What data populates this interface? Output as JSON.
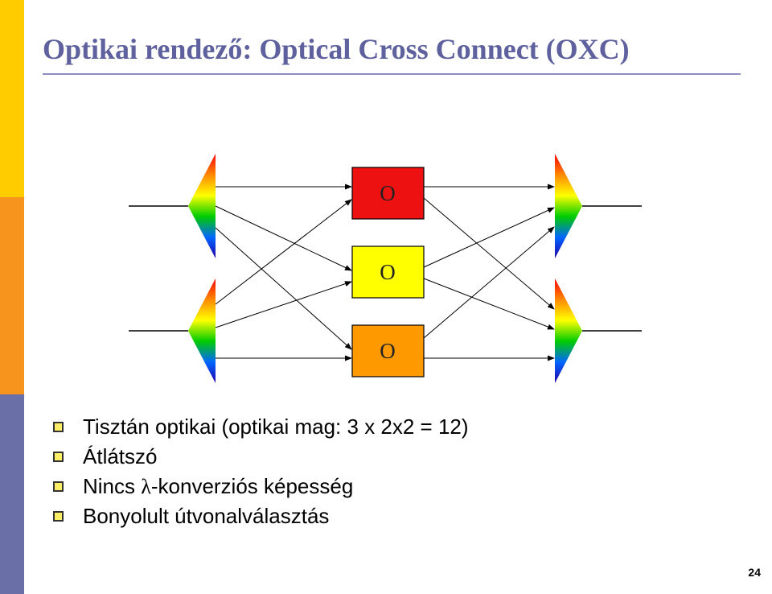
{
  "title": "Optikai rendező: Optical Cross Connect (OXC)",
  "diagram": {
    "switches": [
      {
        "label": "O",
        "color": "#EE1111"
      },
      {
        "label": "O",
        "color": "#FFFF00"
      },
      {
        "label": "O",
        "color": "#FF9900"
      }
    ]
  },
  "bullets": [
    {
      "text": "Tisztán optikai (optikai mag: 3 x 2x2 = 12)"
    },
    {
      "text": "Átlátszó"
    },
    {
      "prefix": "Nincs ",
      "symbol": "λ",
      "suffix": "-konverziós képesség"
    },
    {
      "text": "Bonyolult útvonalválasztás"
    }
  ],
  "page_number": "24",
  "colors": {
    "title": "#5E619E",
    "sidebar_top": "#FFCC00",
    "sidebar_mid": "#F7941D",
    "sidebar_bottom": "#6B6FA8"
  }
}
